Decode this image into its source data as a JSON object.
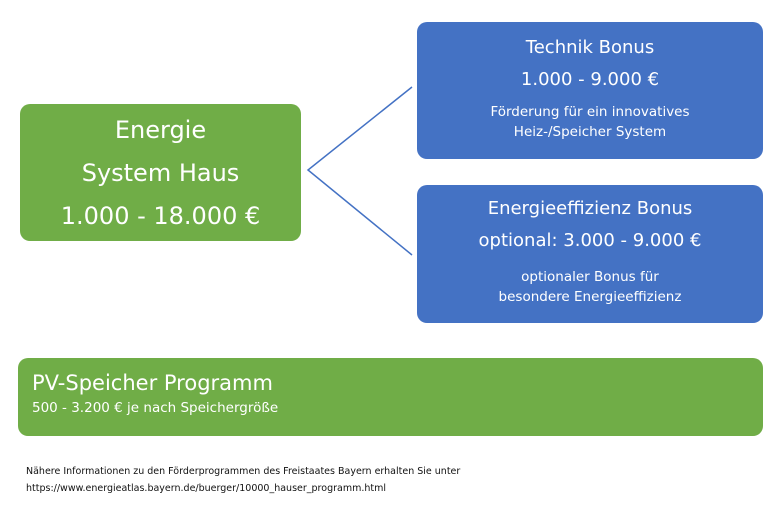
{
  "main": {
    "line1": "Energie",
    "line2": "System Haus",
    "amount": "1.000 - 18.000 €"
  },
  "technik": {
    "title": "Technik Bonus",
    "amount": "1.000 - 9.000 €",
    "desc1": "Förderung für ein innovatives",
    "desc2": "Heiz-/Speicher System"
  },
  "effizienz": {
    "title": "Energieeffizienz Bonus",
    "amount": "optional: 3.000 - 9.000 €",
    "desc1": "optionaler Bonus für",
    "desc2": "besondere Energieeffizienz"
  },
  "pv": {
    "title": "PV-Speicher Programm",
    "desc": "500 - 3.200 € je nach Speichergröße"
  },
  "footer": {
    "line1": "Nähere Informationen zu den Förderprogrammen des Freistaates Bayern erhalten Sie unter",
    "line2": "https://www.energieatlas.bayern.de/buerger/10000_hauser_programm.html"
  },
  "colors": {
    "green": "#70ad47",
    "blue": "#4472c4"
  }
}
